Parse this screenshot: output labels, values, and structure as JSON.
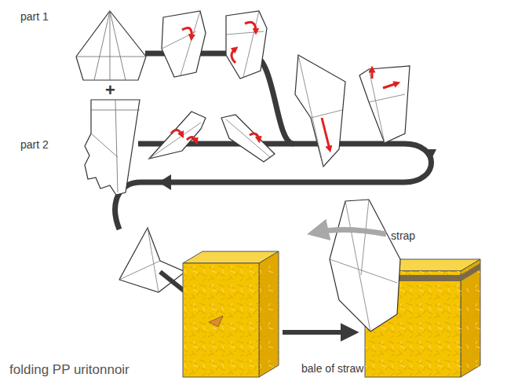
{
  "diagram": {
    "caption": "folding PP uritonnoir",
    "labels": [
      "part 1",
      "+",
      "part 2",
      "strap",
      "bale of straw"
    ]
  }
}
